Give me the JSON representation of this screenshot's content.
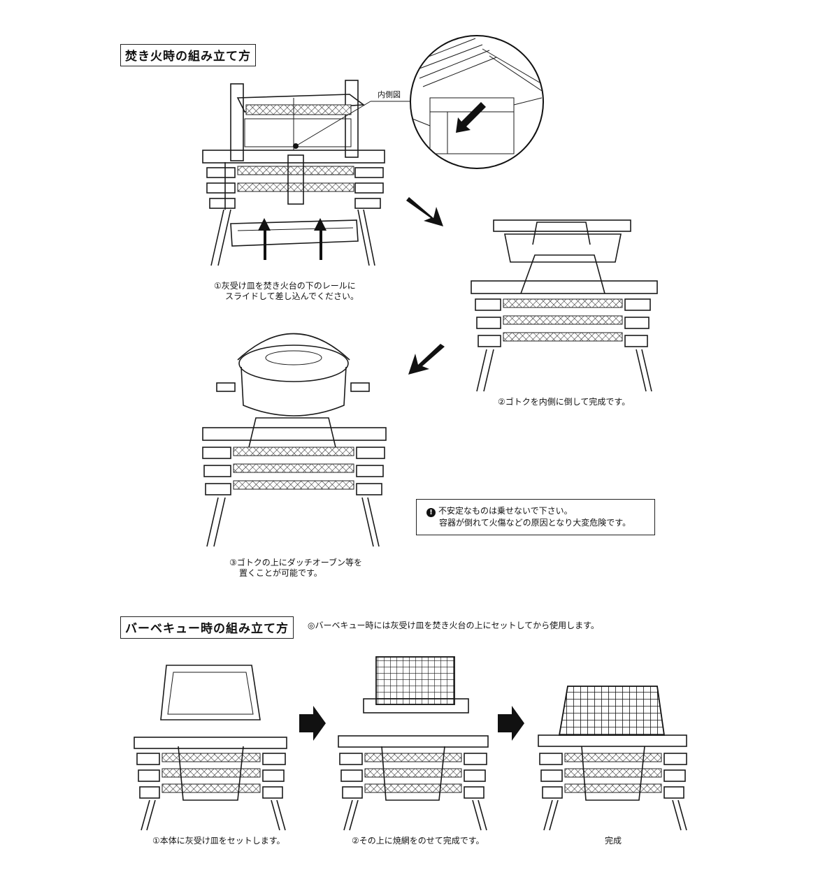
{
  "sections": {
    "bonfire": {
      "title": "焚き火時の組み立て方",
      "inside_label": "内側図",
      "step1": [
        "①灰受け皿を焚き火台の下のレールに",
        "スライドして差し込んでください。"
      ],
      "step2": "②ゴトクを内側に倒して完成です。",
      "step3": [
        "③ゴトクの上にダッチオーブン等を",
        "置くことが可能です。"
      ],
      "warning": {
        "icon": "!",
        "lines": [
          "不安定なものは乗せないで下さい。",
          "容器が倒れて火傷などの原因となり大変危険です。"
        ]
      }
    },
    "bbq": {
      "title": "バーベキュー時の組み立て方",
      "note": "◎バーベキュー時には灰受け皿を焚き火台の上にセットしてから使用します。",
      "step1": "①本体に灰受け皿をセットします。",
      "step2": "②その上に焼網をのせて完成です。",
      "step3": "完成"
    }
  },
  "icons": {
    "arrow": "arrow-icon",
    "warning": "warning-icon"
  }
}
